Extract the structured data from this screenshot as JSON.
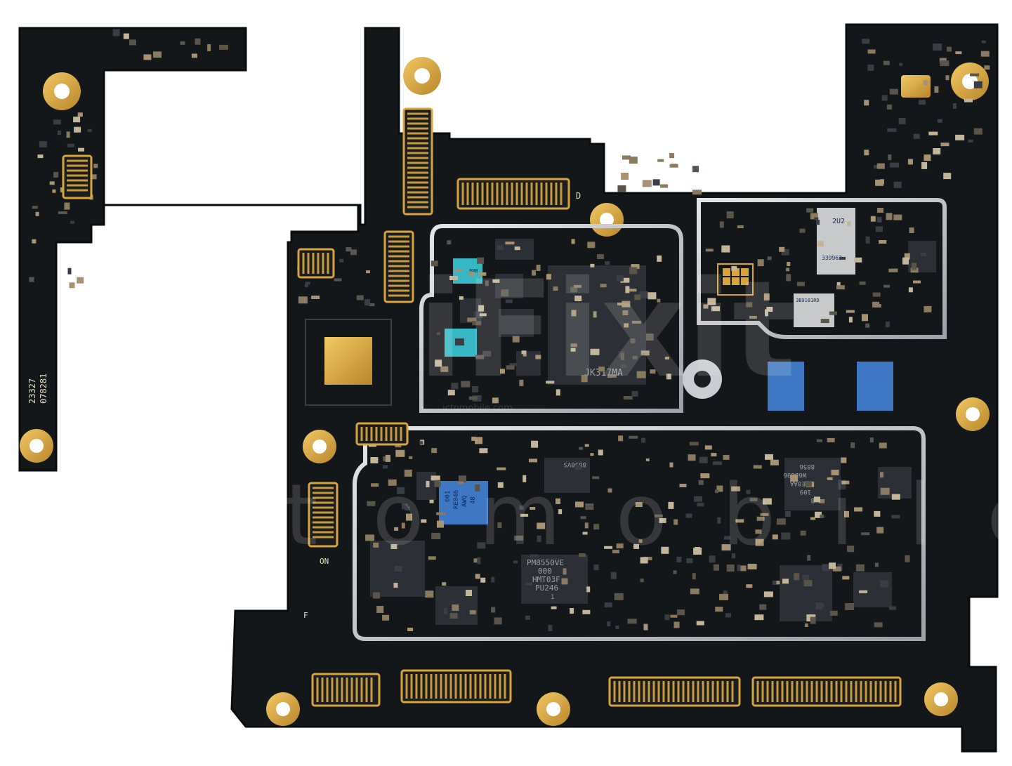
{
  "board": {
    "pcb_color": "#14171a",
    "gold_color": "#d9a43a",
    "shield_color": "#c9ccd0",
    "chip_color": "#2c3036",
    "blue_chip_color": "#3f78c2",
    "teal_chip_color": "#36b7c3"
  },
  "markings": {
    "serial_line1": "23327",
    "serial_line2": "078281",
    "soc_label": "JK317MA",
    "pmic_line1": "PM8550VE",
    "pmic_line2": "000",
    "pmic_line3": "HMT03F",
    "pmic_line4": "PU246",
    "pmic_line5": "1",
    "pmic2_label": "8850VS",
    "blue_chip1_line1": "001",
    "blue_chip1_line2": "RE046",
    "blue_chip1_line3": "AWQ",
    "blue_chip1_line4": "48",
    "pmic3_line1": "8856",
    "pmic3_line2": "W6B896",
    "pmic3_line3": "PE8AA",
    "pmic3_line4": "109",
    "pmic3_line5": "B",
    "module_label": "2U2",
    "module_code": "339963",
    "module2_label": "3B9181RD",
    "teal_chip_label": "8NB",
    "silk_d": "D",
    "silk_on": "ON",
    "silk_f": "F"
  },
  "watermark": {
    "logo": "iFixit",
    "url": "ictomobile.com",
    "big_text": "ictomobile"
  }
}
